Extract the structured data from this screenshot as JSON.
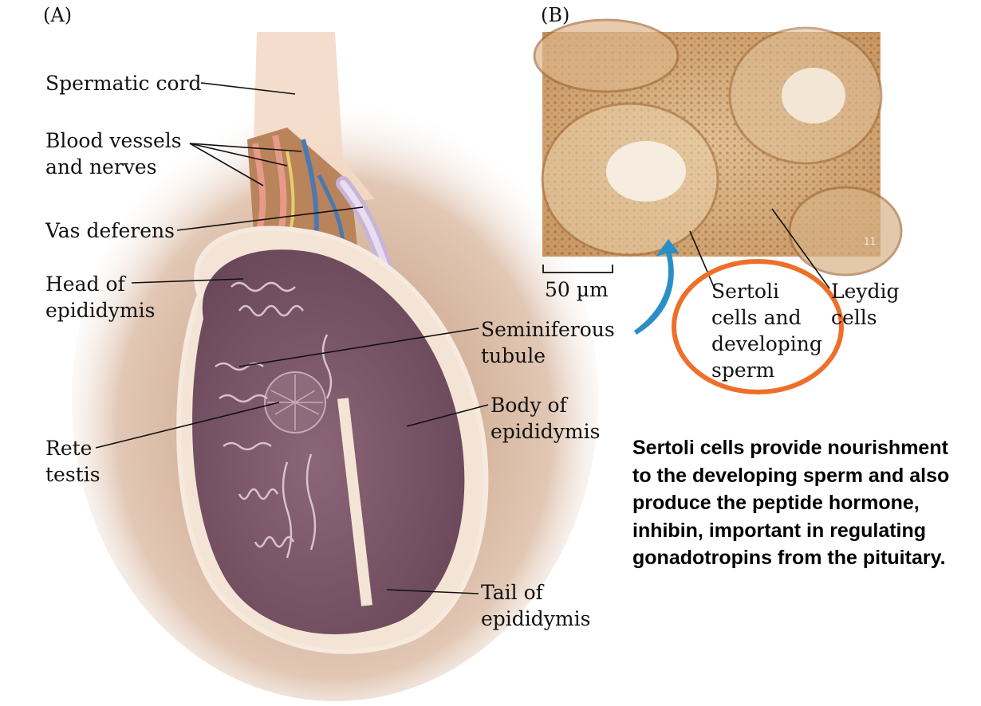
{
  "panel_a": {
    "tag": "(A)",
    "labels": {
      "spermatic_cord": "Spermatic cord",
      "blood_vessels_1": "Blood vessels",
      "blood_vessels_2": "and nerves",
      "vas_deferens": "Vas deferens",
      "head_epididymis_1": "Head of",
      "head_epididymis_2": "epididymis",
      "seminiferous_1": "Seminiferous",
      "seminiferous_2": "tubule",
      "body_epididymis_1": "Body of",
      "body_epididymis_2": "epididymis",
      "rete_1": "Rete",
      "rete_2": "testis",
      "tail_epididymis_1": "Tail of",
      "tail_epididymis_2": "epididymis"
    }
  },
  "panel_b": {
    "tag": "(B)",
    "micrograph_number": "11",
    "scale_bar": "50 µm",
    "sertoli_1": "Sertoli",
    "sertoli_2": "cells and",
    "sertoli_3": "developing",
    "sertoli_4": "sperm",
    "leydig_1": "Leydig",
    "leydig_2": "cells"
  },
  "note": "Sertoli cells provide nourishment to the developing sperm and also produce the peptide hormone, inhibin, important in regulating gonadotropins from the pituitary.",
  "colors": {
    "testis_fill": "#7d5a6a",
    "tissue_shadow": "#c99a78",
    "highlight_circle": "#ee6f2a",
    "arrow_blue": "#2a8fc7",
    "micrograph_bg": "#d7ad7d"
  }
}
